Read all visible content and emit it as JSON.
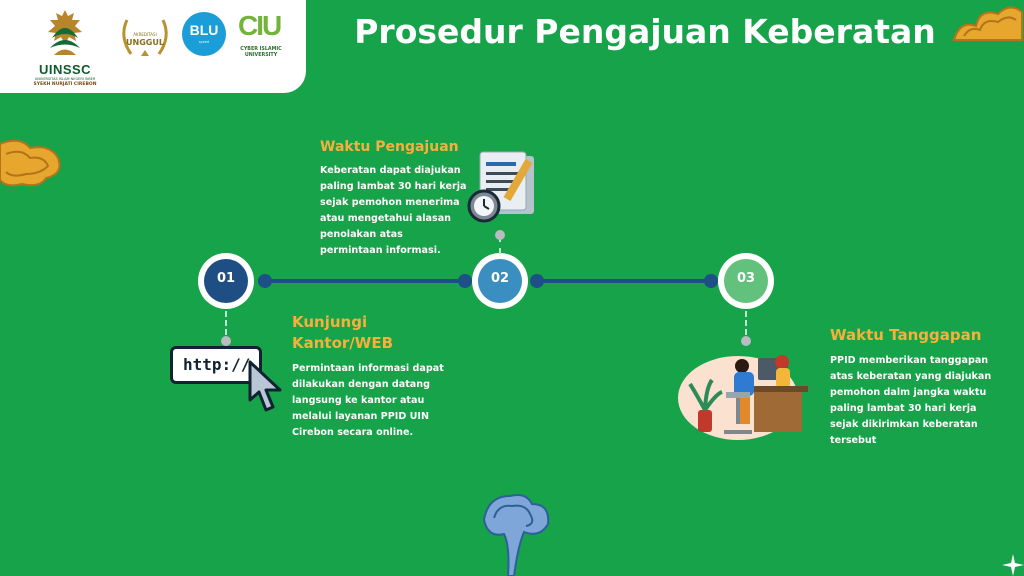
{
  "header": {
    "title": "Prosedur Pengajuan Keberatan",
    "logos": {
      "uinssc_brand": "UINSSC",
      "uinssc_sub1": "UNIVERSITAS ISLAM NEGERI SIBER",
      "uinssc_sub2": "SYEKH NURJATI CIREBON",
      "unggul_top": "AKREDITASI",
      "unggul_main": "UNGGUL",
      "blu_main": "BLU",
      "blu_sub": "speed",
      "ciu_mark": "CIU",
      "ciu_sub1": "CYBER ISLAMIC",
      "ciu_sub2": "UNIVERSITY"
    }
  },
  "steps": [
    {
      "number": "01",
      "heading": "Kunjungi\nKantor/WEB",
      "body": "Permintaan informasi dapat\ndilakukan dengan datang\nlangsung ke kantor atau\nmelalui layanan PPID UIN\nCirebon secara online.",
      "color": "#1f4e85",
      "illustration_text": "http://"
    },
    {
      "number": "02",
      "heading": "Waktu Pengajuan",
      "body": "Keberatan dapat diajukan\npaling lambat 30 hari kerja\nsejak pemohon menerima\natau mengetahui alasan\npenolakan atas\npermintaan informasi.",
      "color": "#3b8fc0"
    },
    {
      "number": "03",
      "heading": "Waktu Tanggapan",
      "body": "PPID memberikan tanggapan\natas keberatan yang diajukan\npemohon dalm jangka waktu\npaling lambat 30 hari kerja\nsejak dikirimkan keberatan\ntersebut",
      "color": "#62c17c"
    }
  ],
  "icons": {
    "step1": "browser-cursor-icon",
    "step2": "document-clock-icon",
    "step3": "office-desk-illustration"
  },
  "colors": {
    "background": "#16a34a",
    "accent_orange": "#f7b03c",
    "timeline": "#1e4f86"
  }
}
